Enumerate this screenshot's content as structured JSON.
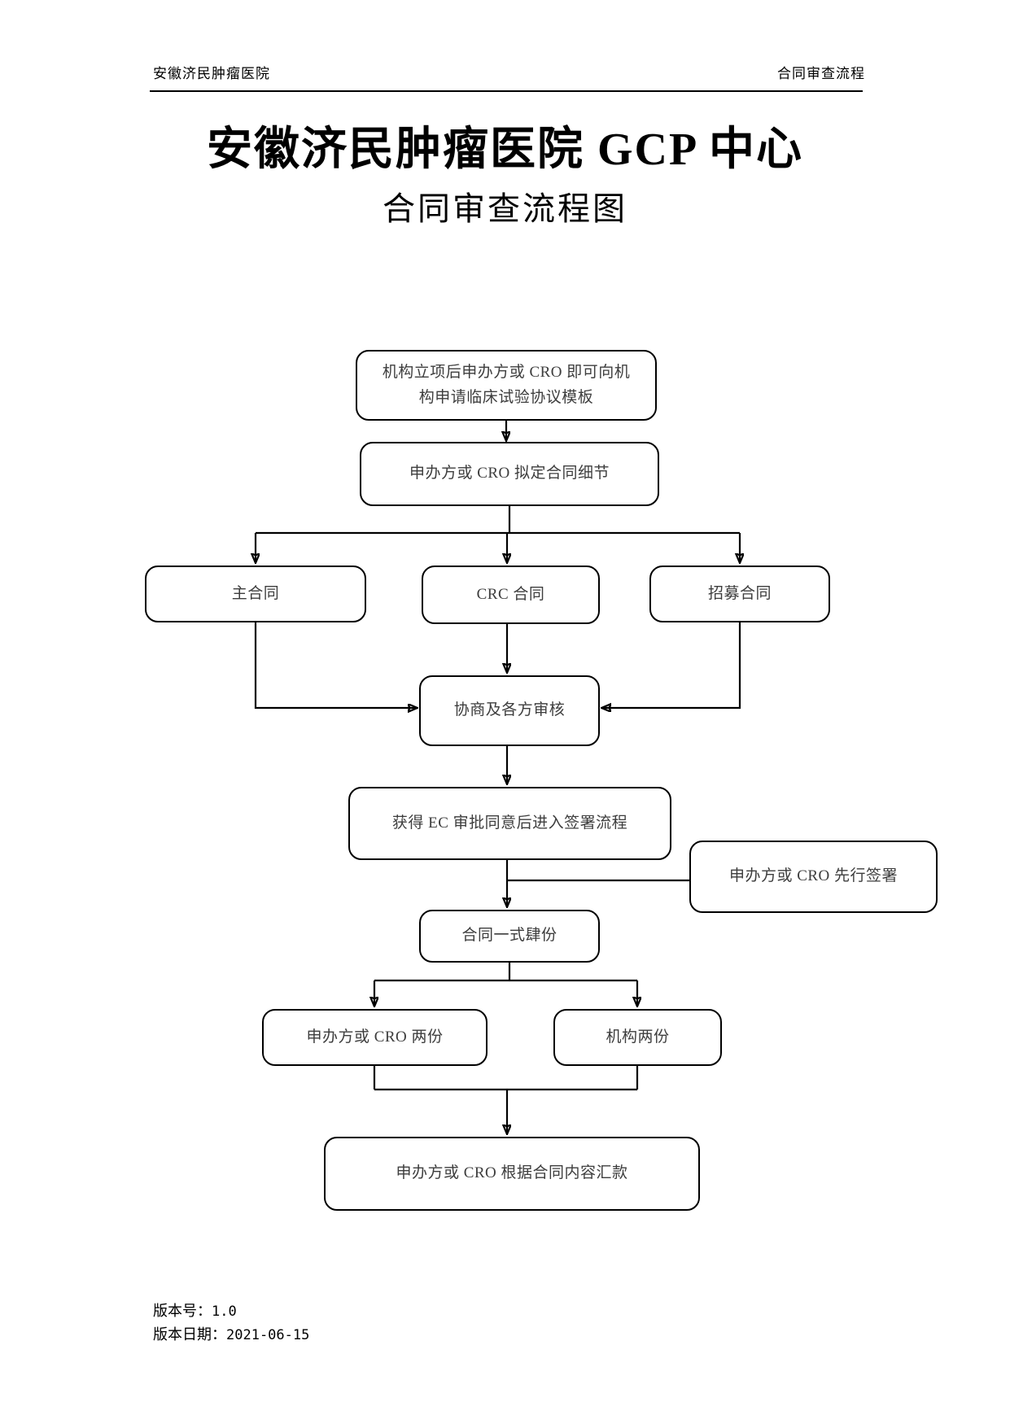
{
  "header": {
    "left": "安徽济民肿瘤医院",
    "right": "合同审查流程"
  },
  "title": "安徽济民肿瘤医院 GCP 中心",
  "subtitle": "合同审查流程图",
  "flowchart": {
    "nodes": {
      "start": {
        "label": "机构立项后申办方或 CRO 即可向机\n构申请临床试验协议模板"
      },
      "draft": {
        "label": "申办方或 CRO 拟定合同细节"
      },
      "main_contract": {
        "label": "主合同"
      },
      "crc_contract": {
        "label": "CRC 合同"
      },
      "recruit_contract": {
        "label": "招募合同"
      },
      "negotiate": {
        "label": "协商及各方审核"
      },
      "ec_approval": {
        "label": "获得 EC 审批同意后进入签署流程"
      },
      "presign": {
        "label": "申办方或 CRO 先行签署"
      },
      "four_copies": {
        "label": "合同一式肆份"
      },
      "sponsor_copies": {
        "label": "申办方或 CRO 两份"
      },
      "institution_copies": {
        "label": "机构两份"
      },
      "remit": {
        "label": "申办方或 CRO 根据合同内容汇款"
      }
    }
  },
  "footer": {
    "version_label": "版本号：",
    "version_value": "1.0",
    "date_label": "版本日期：",
    "date_value": "2021-06-15"
  },
  "colors": {
    "ink": "#000000",
    "box_text": "#3d3d3d",
    "background": "#ffffff"
  }
}
